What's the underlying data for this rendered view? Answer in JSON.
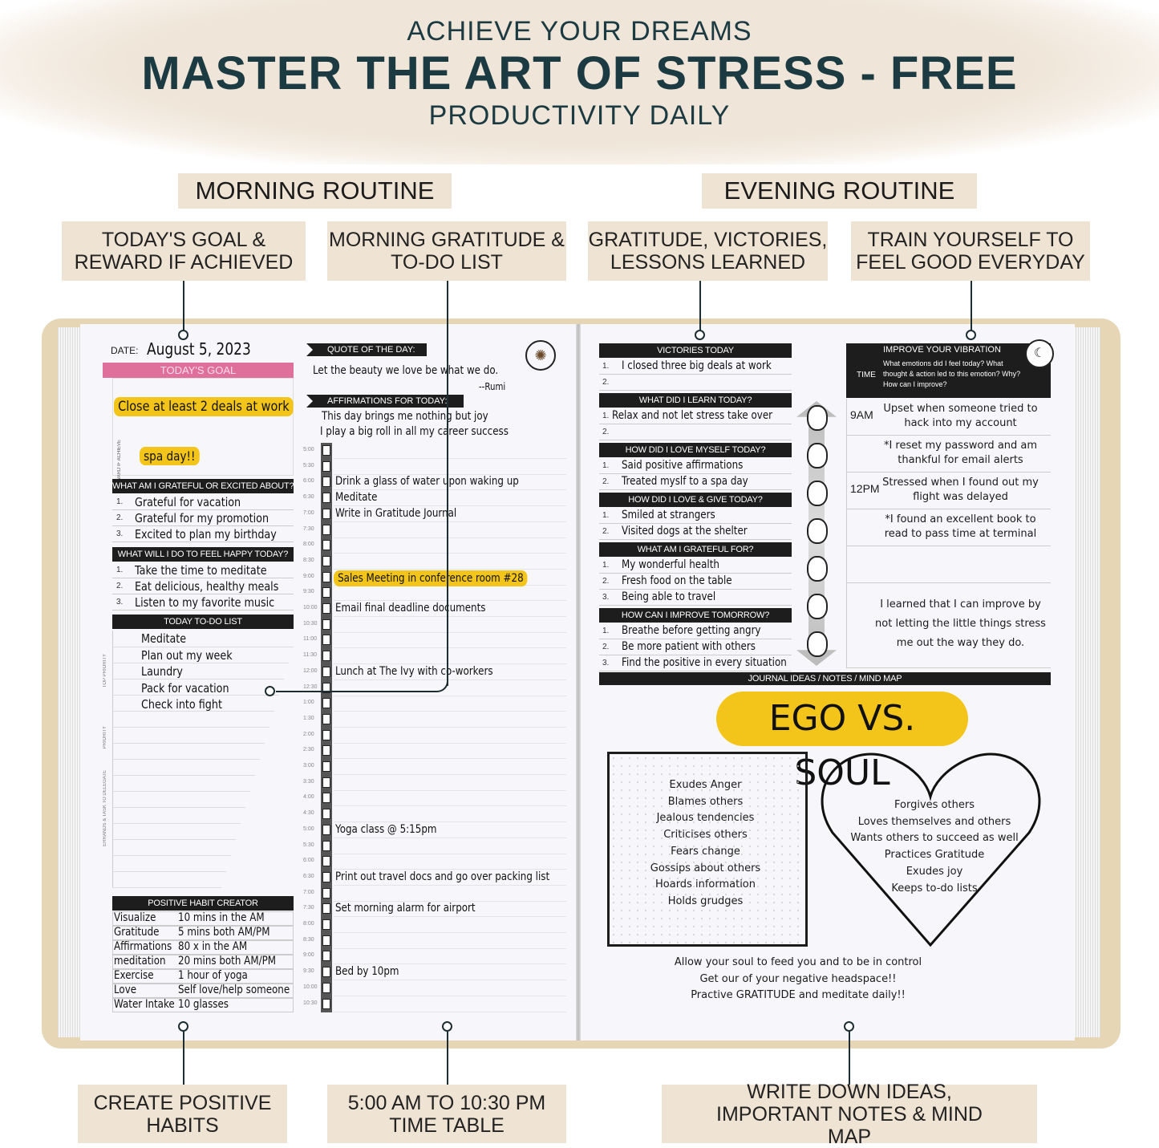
{
  "header": {
    "kicker": "ACHIEVE YOUR DREAMS",
    "title": "MASTER THE ART OF STRESS - FREE",
    "subtitle": "PRODUCTIVITY DAILY"
  },
  "routines": {
    "morning": "MORNING ROUTINE",
    "evening": "EVENING ROUTINE"
  },
  "features_top": [
    "TODAY'S GOAL & REWARD IF ACHIEVED",
    "MORNING GRATITUDE & TO-DO LIST",
    "GRATITUDE, VICTORIES, LESSONS LEARNED",
    "TRAIN YOURSELF TO FEEL GOOD EVERYDAY"
  ],
  "features_bottom": [
    "CREATE POSITIVE HABITS",
    "5:00 AM TO 10:30 PM TIME TABLE",
    "WRITE DOWN IDEAS, IMPORTANT NOTES & MIND MAP"
  ],
  "left_page": {
    "date_label": "DATE:",
    "date": "August 5, 2023",
    "goal_header": "TODAY'S GOAL",
    "goal": "Close at least 2 deals at work",
    "reward_label": "REWARD IF ACHIEVE",
    "reward": "spa day!!",
    "grateful_header": "WHAT AM I GRATEFUL OR EXCITED ABOUT?",
    "grateful": [
      "Grateful for vacation",
      "Grateful for my promotion",
      "Excited to plan my birthday"
    ],
    "happy_header": "WHAT WILL I DO TO FEEL HAPPY TODAY?",
    "happy": [
      "Take the time to meditate",
      "Eat delicious, healthy meals",
      "Listen to my favorite music"
    ],
    "todo_header": "TODAY TO-DO LIST",
    "todo_side": [
      "TOP PRIORITY",
      "PRIORITY",
      "ERRANDS & TASK TO DELEGATE"
    ],
    "todo": [
      "Meditate",
      "Plan out my week",
      "Laundry",
      "Pack for vacation",
      "Check into fight"
    ],
    "habit_header": "POSITIVE HABIT CREATOR",
    "habits": [
      [
        "Visualize",
        "10 mins in the AM"
      ],
      [
        "Gratitude",
        "5 mins both AM/PM"
      ],
      [
        "Affirmations",
        "80 x in the AM"
      ],
      [
        "meditation",
        "20 mins both AM/PM"
      ],
      [
        "Exercise",
        "1 hour of yoga"
      ],
      [
        "Love",
        "Self love/help someone"
      ],
      [
        "Water Intake",
        "10 glasses"
      ]
    ],
    "quote_header": "QUOTE OF THE DAY:",
    "quote": "Let the beauty we love be what we do.",
    "quote_author": "--Rumi",
    "affirm_header": "AFFIRMATIONS FOR TODAY:",
    "affirmations": [
      "This day brings me nothing but joy",
      "I play a big roll in all my career success"
    ],
    "times": [
      "5:00",
      "5:30",
      "6:00",
      "6:30",
      "7:00",
      "7:30",
      "8:00",
      "8:30",
      "9:00",
      "9:30",
      "10:00",
      "10:30",
      "11:00",
      "11:30",
      "12:00",
      "12:30",
      "1:00",
      "1:30",
      "2:00",
      "2:30",
      "3:00",
      "3:30",
      "4:00",
      "4:30",
      "5:00",
      "5:30",
      "6:00",
      "6:30",
      "7:00",
      "7:30",
      "8:00",
      "8:30",
      "9:00",
      "9:30",
      "10:00",
      "10:30"
    ],
    "schedule": [
      {
        "slot": 2,
        "text": "Drink a glass of water upon waking up"
      },
      {
        "slot": 3,
        "text": "Meditate"
      },
      {
        "slot": 4,
        "text": "Write in Gratitude Journal"
      },
      {
        "slot": 8,
        "text": "Sales Meeting in conference room #28",
        "highlight": true
      },
      {
        "slot": 10,
        "text": "Email final deadline documents"
      },
      {
        "slot": 14,
        "text": "Lunch at The Ivy with co-workers"
      },
      {
        "slot": 24,
        "text": "Yoga class @ 5:15pm"
      },
      {
        "slot": 27,
        "text": "Print out travel docs and go over packing list"
      },
      {
        "slot": 29,
        "text": "Set morning alarm for airport"
      },
      {
        "slot": 33,
        "text": "Bed by 10pm"
      }
    ],
    "sun_icon": "sun-icon"
  },
  "right_page": {
    "sections": [
      {
        "header": "VICTORIES TODAY",
        "items": [
          "I closed three big deals at work",
          ""
        ]
      },
      {
        "header": "WHAT DID I LEARN TODAY?",
        "items": [
          "Relax and not let stress take over",
          ""
        ]
      },
      {
        "header": "HOW DID I LOVE MYSELF TODAY?",
        "items": [
          "Said positive affirmations",
          "Treated myslf to a spa day"
        ]
      },
      {
        "header": "HOW DID I LOVE & GIVE TODAY?",
        "items": [
          "Smiled at strangers",
          "Visited dogs at the shelter"
        ]
      },
      {
        "header": "WHAT AM I GRATEFUL FOR?",
        "items": [
          "My wonderful health",
          "Fresh food on the table",
          "Being able to travel"
        ]
      },
      {
        "header": "HOW CAN I IMPROVE TOMORROW?",
        "items": [
          "Breathe before getting angry",
          "Be more patient with others",
          "Find the positive in every situation"
        ]
      }
    ],
    "vibration": {
      "header": "IMPROVE YOUR VIBRATION",
      "time_label": "TIME",
      "questions": "What emotions did I feel today? What thought & action led to this emotion? Why? How can I improve?",
      "rows": [
        {
          "time": "9AM",
          "text": "Upset when someone tried to hack into my account"
        },
        {
          "time": "",
          "text": "*I reset my password and am thankful for email alerts"
        },
        {
          "time": "12PM",
          "text": "Stressed when I found out my flight was delayed"
        },
        {
          "time": "",
          "text": "*I found an excellent book to read to pass time at terminal"
        },
        {
          "time": "",
          "text": ""
        },
        {
          "time": "",
          "text": "I learned that I can improve by not letting the little things stress me out the way they do."
        }
      ]
    },
    "moon_icon": "moon-icon",
    "journal_header": "JOURNAL IDEAS / NOTES / MIND MAP",
    "ego_title": "EGO VS. SOUL",
    "ego": [
      "Exudes Anger",
      "Blames others",
      "Jealous tendencies",
      "Criticises others",
      "Fears change",
      "Gossips about others",
      "Hoards information",
      "Holds grudges"
    ],
    "soul": [
      "Forgives others",
      "Loves themselves and others",
      "Wants others to succeed as well",
      "Practices Gratitude",
      "Exudes joy",
      "Keeps to-do lists"
    ],
    "closing": [
      "Allow your soul to feed you and to be in control",
      "Get our of your negative headspace!!",
      "Practive GRATITUDE and meditate daily!!"
    ]
  },
  "colors": {
    "title": "#1c3a41",
    "label_bg": "#efe4d3",
    "goal_pink": "#df6f9b",
    "highlight": "#f3c51a",
    "cover": "#e6d6b6"
  }
}
